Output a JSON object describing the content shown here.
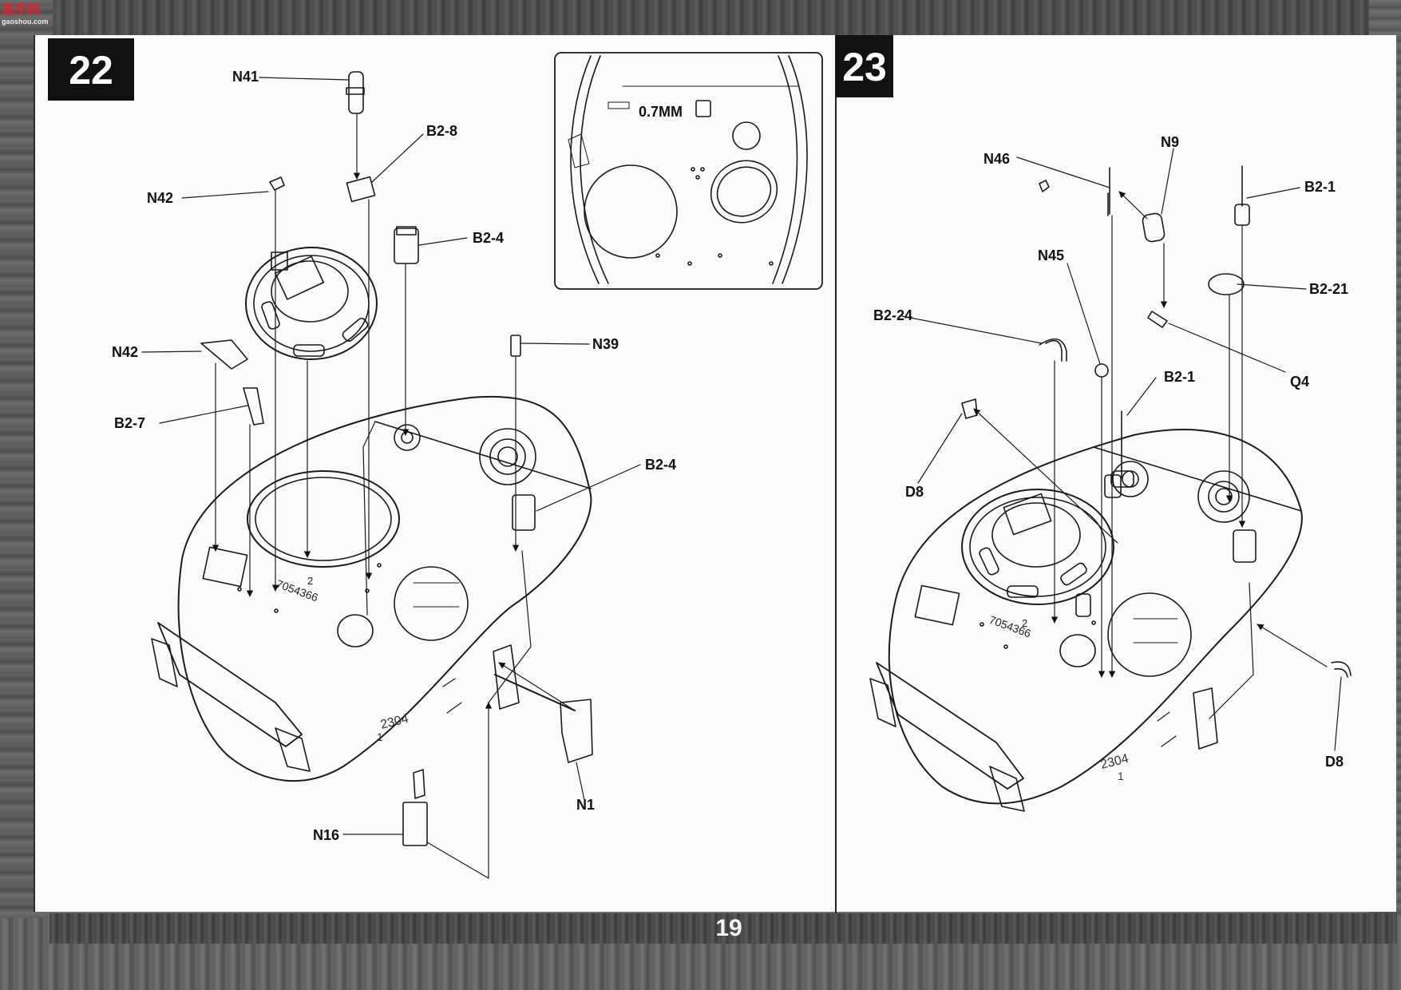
{
  "watermark": {
    "text": "高手网",
    "sub": "gaoshou.com"
  },
  "page_number": "19",
  "steps": {
    "left": "22",
    "right": "23"
  },
  "inset": {
    "thickness": "0.7MM"
  },
  "step22_labels": {
    "n41": "N41",
    "b2_8": "B2-8",
    "n42_top": "N42",
    "b2_4_top": "B2-4",
    "n42_mid": "N42",
    "n39": "N39",
    "b2_7": "B2-7",
    "b2_4_right": "B2-4",
    "n1": "N1",
    "n16": "N16"
  },
  "step23_labels": {
    "n9": "N9",
    "n46": "N46",
    "b2_1_top": "B2-1",
    "n45": "N45",
    "b2_21": "B2-21",
    "b2_24": "B2-24",
    "b2_1_mid": "B2-1",
    "q4": "Q4",
    "d8_left": "D8",
    "d8_right": "D8"
  },
  "hull_markings": {
    "serial": "7054366",
    "number": "2",
    "tactical": "2304",
    "sub": "1"
  }
}
